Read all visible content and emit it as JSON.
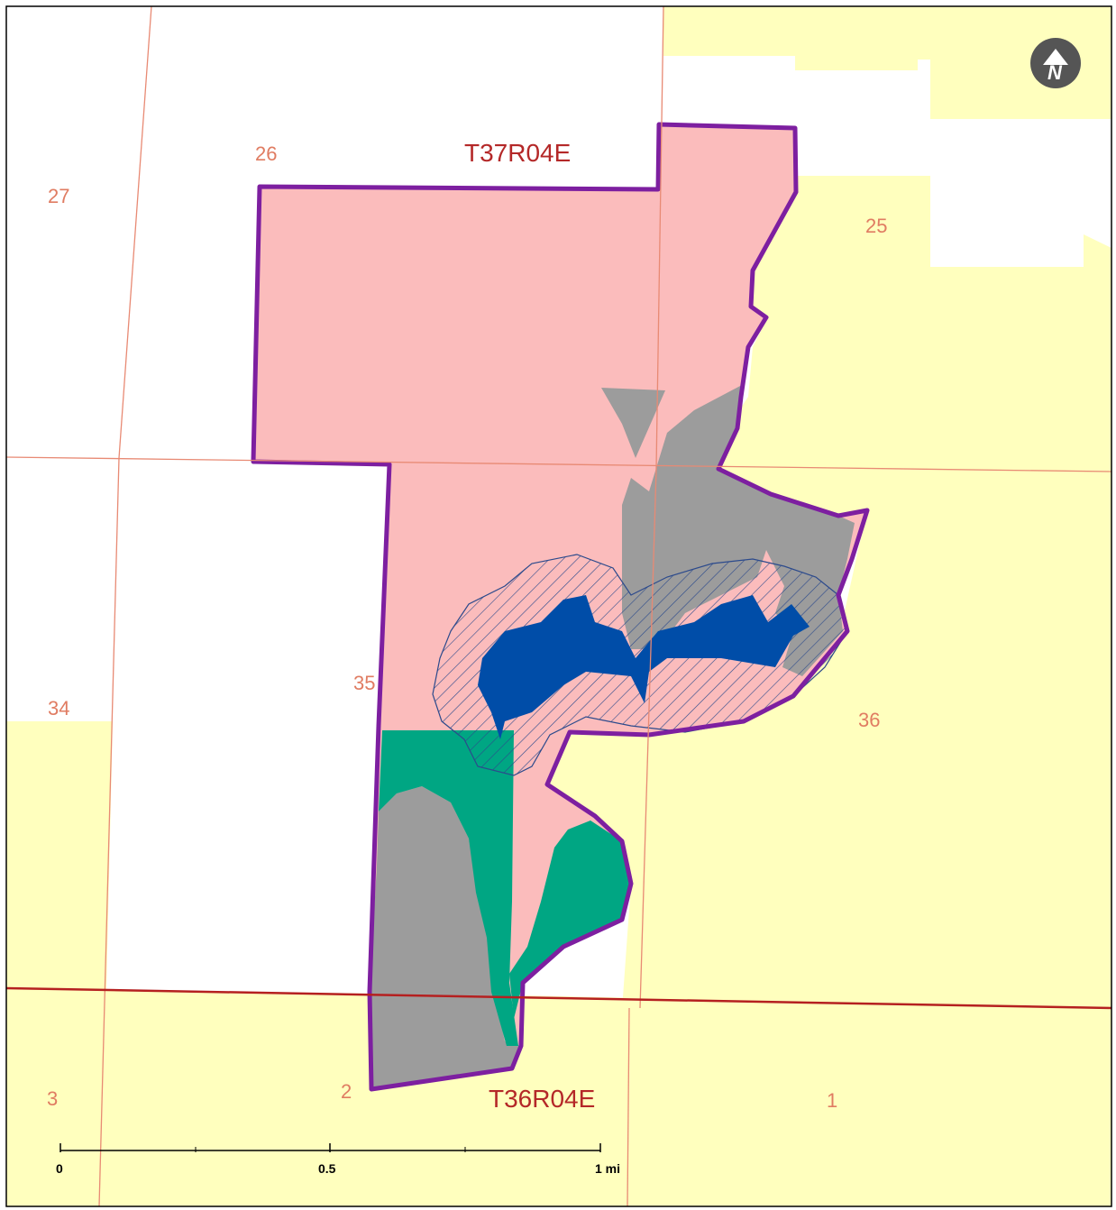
{
  "map": {
    "township_labels": {
      "north": "T37R04E",
      "south": "T36R04E"
    },
    "section_labels": {
      "s27": "27",
      "s26": "26",
      "s25": "25",
      "s34": "34",
      "s35": "35",
      "s36": "36",
      "s3": "3",
      "s2": "2",
      "s1": "1"
    },
    "north_arrow": {
      "icon": "north-arrow-icon",
      "letter": "N"
    },
    "scale_bar": {
      "label_start": "0",
      "label_mid": "0.5",
      "label_end": "1 mi"
    },
    "colors": {
      "parcel_fill": "#fbbcbc",
      "parcel_outline": "#7d1fa0",
      "adjacent_fill": "#ffffbe",
      "gray_zone": "#9c9c9c",
      "green_zone": "#00a683",
      "water": "#004da8",
      "hatch_buffer": "#2c4a8c",
      "section_line": "#e88a74",
      "township_line": "#b52020"
    }
  }
}
